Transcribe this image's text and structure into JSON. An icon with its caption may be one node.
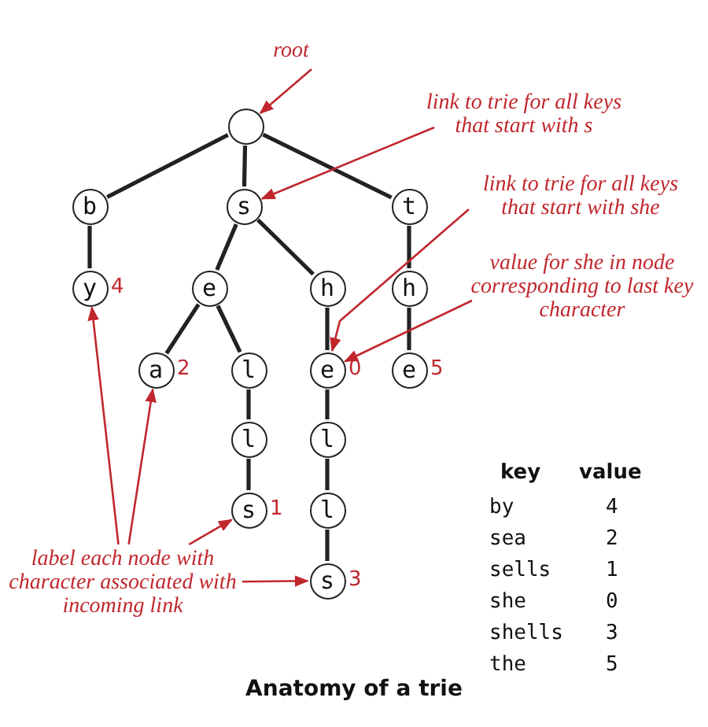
{
  "diagram": {
    "caption": "Anatomy of a trie",
    "nodes": [
      {
        "text": [],
        "shape": "circle"
      },
      {
        "text": [
          "b"
        ]
      },
      {
        "text": [
          "s"
        ]
      },
      {
        "text": [
          "t"
        ]
      },
      {
        "text": [
          "y"
        ],
        "beside": [
          "4"
        ]
      },
      {
        "text": [
          "e"
        ]
      },
      {
        "text": [
          "h"
        ]
      },
      {
        "text": [
          "h"
        ]
      },
      {
        "text": [
          "a"
        ],
        "beside": [
          "2"
        ]
      },
      {
        "text": [
          "l"
        ]
      },
      {
        "text": [
          "e"
        ],
        "beside": [
          "0"
        ]
      },
      {
        "text": [
          "e"
        ],
        "beside": [
          "5"
        ]
      },
      {
        "text": [
          "l"
        ]
      },
      {
        "text": [
          "l"
        ]
      },
      {
        "text": [
          "s"
        ],
        "beside": [
          "1"
        ]
      },
      {
        "text": [
          "l"
        ]
      },
      {
        "text": [
          "s"
        ],
        "beside": [
          "3"
        ]
      },
      {
        "text": [
          "root"
        ]
      },
      {
        "text": [
          "link to trie for all keys that start with s"
        ]
      },
      {
        "text": [
          "link to trie for all keys that start with she"
        ]
      },
      {
        "text": [
          "value for she in node corresponding to last key character"
        ]
      },
      {
        "text": [
          "label each node with character associated with incoming link"
        ]
      }
    ],
    "edges": [
      {
        "from": 0,
        "to": 1,
        "arrow": "none"
      },
      {
        "from": 0,
        "to": 2,
        "arrow": "none"
      },
      {
        "from": 0,
        "to": 3,
        "arrow": "none"
      },
      {
        "from": 1,
        "to": 4,
        "arrow": "none"
      },
      {
        "from": 2,
        "to": 5,
        "arrow": "none"
      },
      {
        "from": 2,
        "to": 6,
        "arrow": "none"
      },
      {
        "from": 3,
        "to": 7,
        "arrow": "none"
      },
      {
        "from": 5,
        "to": 8,
        "arrow": "none"
      },
      {
        "from": 5,
        "to": 9,
        "arrow": "none"
      },
      {
        "from": 6,
        "to": 10,
        "arrow": "none"
      },
      {
        "from": 7,
        "to": 11,
        "arrow": "none"
      },
      {
        "from": 9,
        "to": 12,
        "arrow": "none"
      },
      {
        "from": 10,
        "to": 13,
        "arrow": "none"
      },
      {
        "from": 12,
        "to": 14,
        "arrow": "none"
      },
      {
        "from": 13,
        "to": 15,
        "arrow": "none"
      },
      {
        "from": 15,
        "to": 16,
        "arrow": "none"
      },
      {
        "from": 17,
        "to": 0,
        "arrow": "to",
        "color": "#c0272d"
      },
      {
        "from": 18,
        "to": 2,
        "arrow": "to",
        "color": "#c0272d"
      },
      {
        "from": 19,
        "to": 10,
        "arrow": "to",
        "color": "#c0272d"
      },
      {
        "from": 20,
        "to": 10,
        "arrow": "to",
        "color": "#c0272d"
      },
      {
        "from": 21,
        "to": 4,
        "arrow": "to",
        "color": "#c0272d"
      },
      {
        "from": 21,
        "to": 8,
        "arrow": "to",
        "color": "#c0272d"
      },
      {
        "from": 21,
        "to": 14,
        "arrow": "to",
        "color": "#c0272d"
      },
      {
        "from": 21,
        "to": 16,
        "arrow": "to",
        "color": "#c0272d"
      }
    ],
    "labels": [
      "key",
      "value",
      "by",
      "4",
      "sea",
      "2",
      "sells",
      "1",
      "she",
      "0",
      "shells",
      "3",
      "the",
      "5"
    ]
  }
}
